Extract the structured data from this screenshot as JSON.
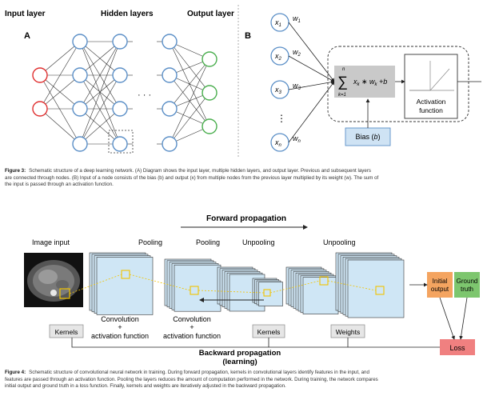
{
  "figure3": {
    "panel_a": {
      "letter": "A",
      "input_layer": "Input layer",
      "hidden_layers": "Hidden layers",
      "output_layer": "Output layer",
      "ellipsis": "· · ·"
    },
    "panel_b": {
      "letter": "B",
      "inputs": [
        {
          "node": "x",
          "sub": "1",
          "weight": "w",
          "wsub": "1"
        },
        {
          "node": "x",
          "sub": "2",
          "weight": "w",
          "wsub": "2"
        },
        {
          "node": "x",
          "sub": "3",
          "weight": "w",
          "wsub": "3"
        },
        {
          "node": "x",
          "sub": "n",
          "weight": "w",
          "wsub": "n"
        }
      ],
      "dots": "⋮",
      "sum_top": "n",
      "sum_sym": "∑",
      "sum_bottom": "k=1",
      "sum_expr": "x",
      "sum_sub_k": "k",
      "sum_mid": " ∗ w",
      "sum_end": " +b",
      "bias": "Bias (",
      "bias_var": "b",
      "bias_close": ")",
      "activation_line1": "Activation",
      "activation_line2": "function"
    },
    "caption": {
      "label": "Figure 3:",
      "line1": "Schematic structure of a deep learning network. (A) Diagram shows the input layer, multiple hidden layers, and output layer. Previous and subsequent layers",
      "line2": "are connected through nodes. (B) Input of a node consists of the bias (b) and output (x) from multiple nodes from the previous layer multiplied by its weight (w). The sum of",
      "line3": "the input is passed through an activation function."
    }
  },
  "figure4": {
    "forward": "Forward propagation",
    "backward_line1": "Backward propagation",
    "backward_line2": "(learning)",
    "image_input": "Image input",
    "pooling1": "Pooling",
    "pooling2": "Pooling",
    "unpooling1": "Unpooling",
    "unpooling2": "Unpooling",
    "convolution1": "Convolution",
    "activation1": "+\nactivation function",
    "activation1_plus": "+",
    "activation1_text": "activation function",
    "convolution2": "Convolution",
    "activation2_plus": "+",
    "activation2_text": "activation function",
    "kernels_left": "Kernels",
    "kernels_mid": "Kernels",
    "weights": "Weights",
    "initial_output_1": "Initial",
    "initial_output_2": "output",
    "ground_truth_1": "Ground",
    "ground_truth_2": "truth",
    "loss": "Loss",
    "colors": {
      "feature_map": "#cfe6f5",
      "highlight": "#f2c400",
      "initial_output": "#f4a460",
      "ground_truth": "#7dc66e",
      "loss": "#f08080",
      "box_gray": "#e6e6e6"
    },
    "caption": {
      "label": "Figure 4:",
      "line1": "Schematic structure of convolutional neural network in training. During forward propagation, kernels in convolutional layers identify features in the input, and",
      "line2": "features are passed through an activation function. Pooling the layers reduces the amount of computation performed in the network. During training, the network compares",
      "line3": "initial output and ground truth in a loss function. Finally, kernels and weights are iteratively adjusted in the backward propagation."
    }
  }
}
